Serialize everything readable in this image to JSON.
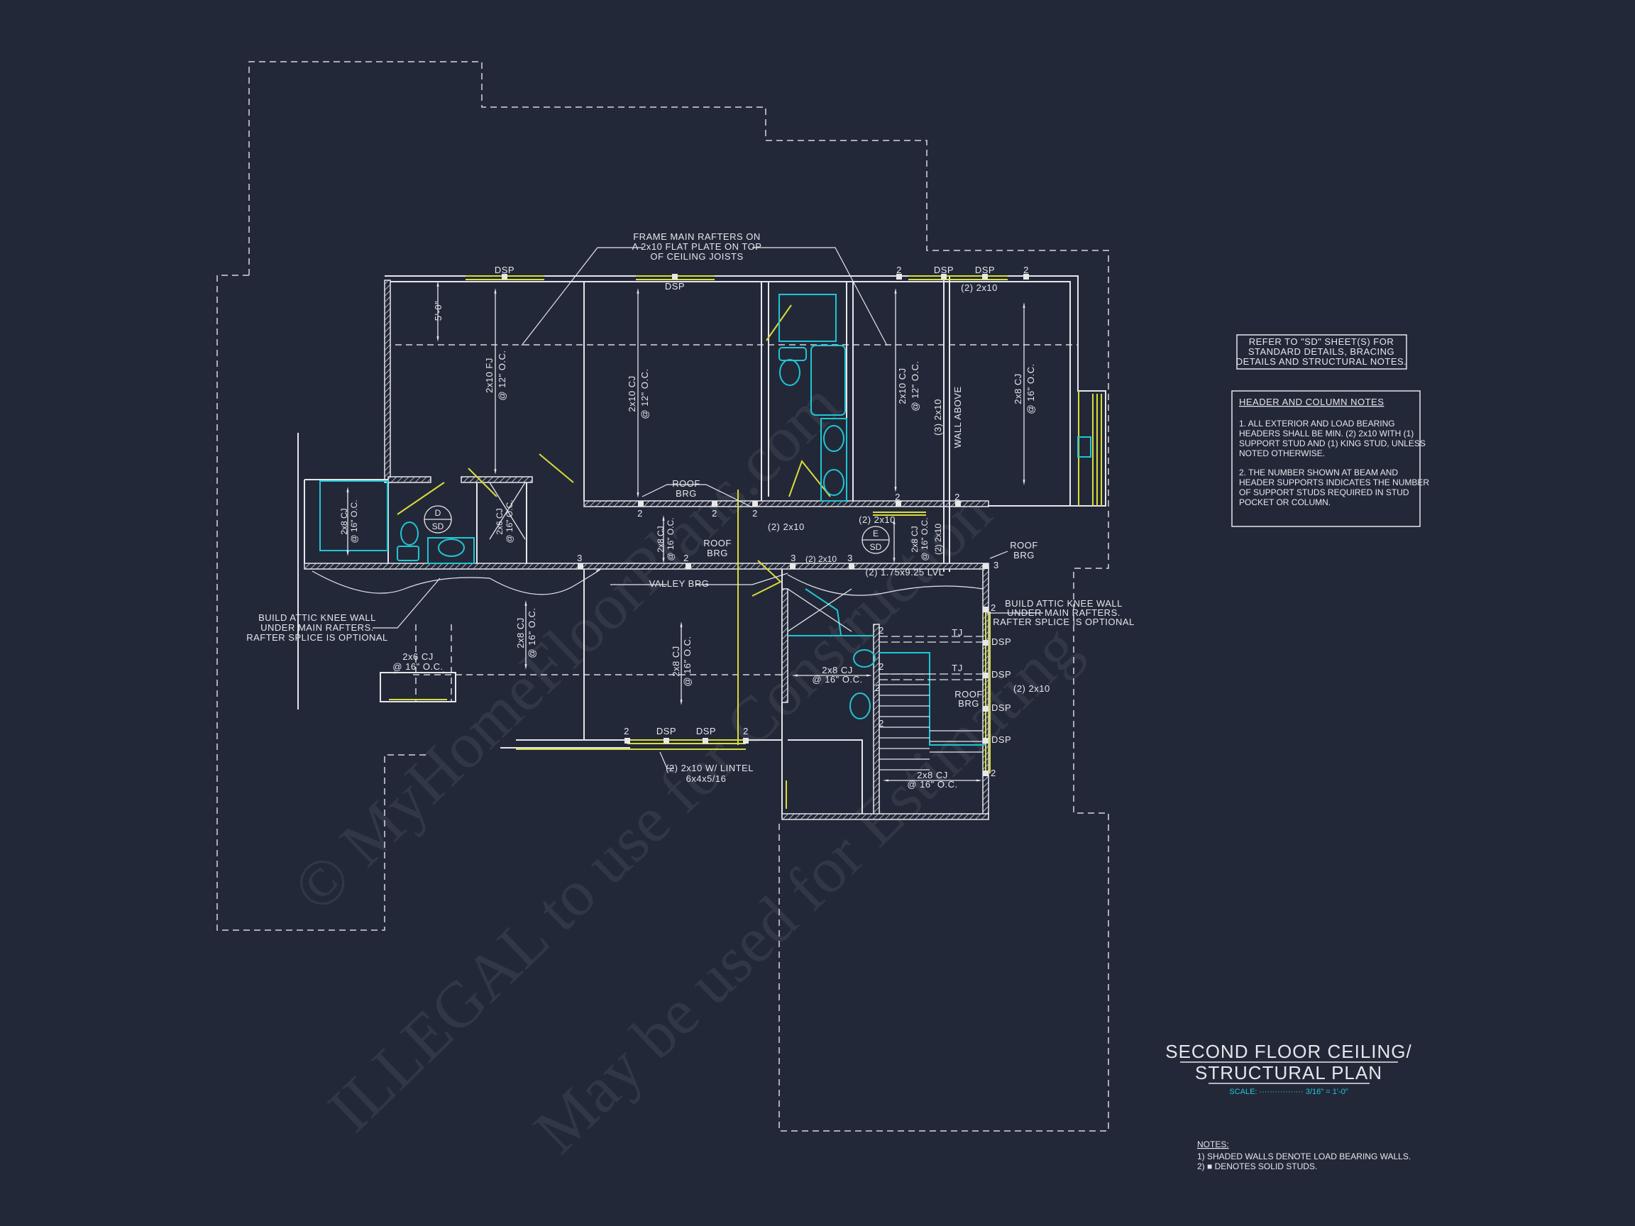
{
  "colors": {
    "background": "#232839",
    "lines": "#e6e6ea",
    "header": "#d8dc3a",
    "fixtures": "#1fc6d3",
    "scale": "#1fc6d3"
  },
  "watermark": [
    "© MyHomeFloorPlans.com",
    "ILLEGAL to use for Construction",
    "May be used for Estimating"
  ],
  "callouts": {
    "frame_rafters": [
      "FRAME MAIN RAFTERS ON",
      "A 2x10 FLAT PLATE ON TOP",
      "OF CEILING JOISTS"
    ],
    "knee_wall": [
      "BUILD ATTIC KNEE WALL",
      "UNDER MAIN RAFTERS.",
      "RAFTER SPLICE IS OPTIONAL"
    ],
    "valley_brg": "VALLEY BRG",
    "roof_brg": [
      "ROOF",
      "BRG"
    ],
    "lintel": [
      "(2) 2x10 W/ LINTEL",
      "6x4x5/16"
    ],
    "lvl": "(2) 1.75x9.25 LVL",
    "wall_above": "WALL ABOVE",
    "beam_3": "(3) 2x10",
    "header_2": "(2) 2x10",
    "dim_5ft": "5'-0\"",
    "dsp": "DSP",
    "tj": "TJ",
    "n2": "2",
    "n3": "3"
  },
  "joists": {
    "fj_2x10": "2x10 FJ",
    "cj_2x10": "2x10 CJ",
    "cj_2x8": "2x8 CJ",
    "cj_2x6": "2x6 CJ",
    "oc12": "@ 12\" O.C.",
    "oc16": "@ 16\" O.C."
  },
  "detectors": {
    "d": "D",
    "e": "E",
    "sd": "SD"
  },
  "refer_note": [
    "REFER TO \"SD\" SHEET(S) FOR",
    "STANDARD DETAILS, BRACING",
    "DETAILS AND STRUCTURAL NOTES."
  ],
  "header_notes": {
    "title": "HEADER AND COLUMN NOTES",
    "lines": [
      "1. ALL EXTERIOR AND LOAD BEARING",
      "HEADERS SHALL BE MIN. (2) 2x10 WITH (1)",
      "SUPPORT STUD AND (1) KING STUD, UNLESS",
      "NOTED OTHERWISE.",
      "2. THE NUMBER SHOWN AT BEAM AND",
      "HEADER SUPPORTS INDICATES THE NUMBER",
      "OF SUPPORT STUDS REQUIRED IN STUD",
      "POCKET OR COLUMN."
    ]
  },
  "title_block": {
    "line1": "SECOND FLOOR CEILING/",
    "line2": "STRUCTURAL PLAN",
    "scale_label": "SCALE: ················· 3/16\" = 1'-0\""
  },
  "notes": {
    "title": "NOTES:",
    "items": [
      "1) SHADED WALLS DENOTE LOAD BEARING WALLS.",
      "2) ■ DENOTES SOLID STUDS."
    ]
  }
}
